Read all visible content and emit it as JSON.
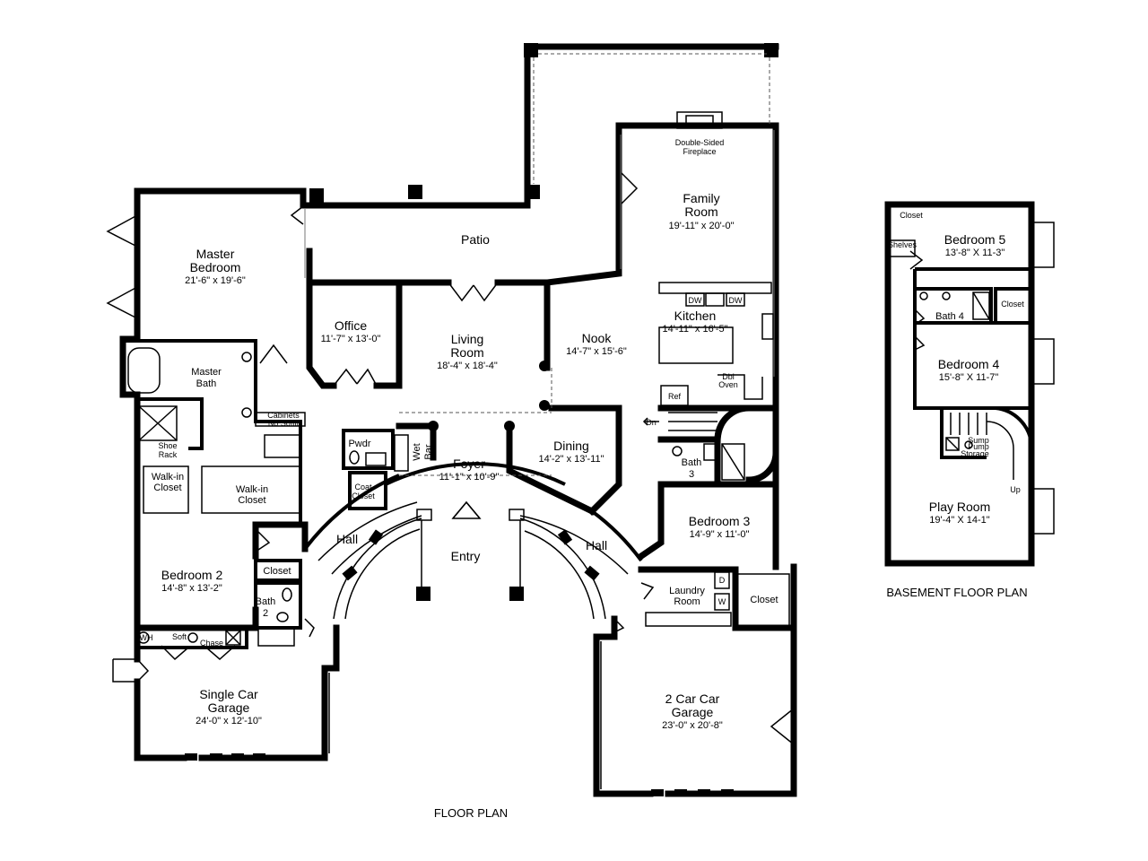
{
  "titles": {
    "main": "FLOOR PLAN",
    "basement": "BASEMENT FLOOR PLAN"
  },
  "rooms": {
    "master_bedroom": {
      "name1": "Master",
      "name2": "Bedroom",
      "dim": "21'-6\" x 19'-6\""
    },
    "patio": {
      "name": "Patio"
    },
    "family_room": {
      "name1": "Family",
      "name2": "Room",
      "dim": "19'-11\" x 20'-0\""
    },
    "fireplace": {
      "line1": "Double-Sided",
      "line2": "Fireplace"
    },
    "office": {
      "name": "Office",
      "dim": "11'-7\" x 13'-0\""
    },
    "living_room": {
      "name1": "Living",
      "name2": "Room",
      "dim": "18'-4\" x 18'-4\""
    },
    "nook": {
      "name": "Nook",
      "dim": "14'-7\" x 15'-6\""
    },
    "kitchen": {
      "name": "Kitchen",
      "dim": "14'-11\" x 16'-5\"",
      "dw": "DW",
      "ref": "Ref",
      "dbl1": "Dbl",
      "dbl2": "Oven"
    },
    "master_bath": {
      "name1": "Master",
      "name2": "Bath"
    },
    "cabinets": {
      "line1": "Cabinets",
      "line2": "No Soffit"
    },
    "shoe_rack": {
      "line1": "Shoe",
      "line2": "Rack"
    },
    "walkin1": {
      "line1": "Walk-in",
      "line2": "Closet"
    },
    "walkin2": {
      "line1": "Walk-in",
      "line2": "Closet"
    },
    "pwdr": {
      "name": "Pwdr"
    },
    "coat_closet": {
      "line1": "Coat",
      "line2": "Closet"
    },
    "wet_bar": {
      "line1": "Wet",
      "line2": "Bar"
    },
    "foyer": {
      "name": "Foyer",
      "dim": "11'-1\" x 10'-9\""
    },
    "dining": {
      "name": "Dining",
      "dim": "14'-2\" x 13'-11\""
    },
    "dn": {
      "label": "Dn"
    },
    "bath3": {
      "name": "Bath",
      "num": "3"
    },
    "bedroom3": {
      "name": "Bedroom 3",
      "dim": "14'-9\" x 11'-0\""
    },
    "hall_left": {
      "name": "Hall"
    },
    "hall_right": {
      "name": "Hall"
    },
    "entry": {
      "name": "Entry"
    },
    "bedroom2": {
      "name": "Bedroom 2",
      "dim": "14'-8\" x 13'-2\""
    },
    "closet_b2": {
      "name": "Closet"
    },
    "bath2": {
      "name": "Bath",
      "num": "2"
    },
    "laundry": {
      "name1": "Laundry",
      "name2": "Room",
      "d": "D",
      "w": "W"
    },
    "closet_b3": {
      "name": "Closet"
    },
    "wh": {
      "label": "WH"
    },
    "soft_chase": {
      "soft": "Soft",
      "chase": "Chase"
    },
    "single_garage": {
      "name1": "Single Car",
      "name2": "Garage",
      "dim": "24'-0\" x 12'-10\""
    },
    "double_garage": {
      "name1": "2 Car Car",
      "name2": "Garage",
      "dim": "23'-0\" x 20'-8\""
    },
    "b_closet": {
      "name": "Closet"
    },
    "b_shelves": {
      "name": "Shelves"
    },
    "bedroom5": {
      "name": "Bedroom 5",
      "dim": "13'-8\" X 11-3\""
    },
    "bath4": {
      "name": "Bath 4"
    },
    "b_closet2": {
      "name": "Closet"
    },
    "bedroom4": {
      "name": "Bedroom 4",
      "dim": "15'-8\" X 11-7\""
    },
    "sump": {
      "line1": "Sump",
      "line2": "Pump",
      "storage": "Storage"
    },
    "up": {
      "label": "Up"
    },
    "play_room": {
      "name": "Play Room",
      "dim": "19'-4\" X 14-1\""
    }
  }
}
